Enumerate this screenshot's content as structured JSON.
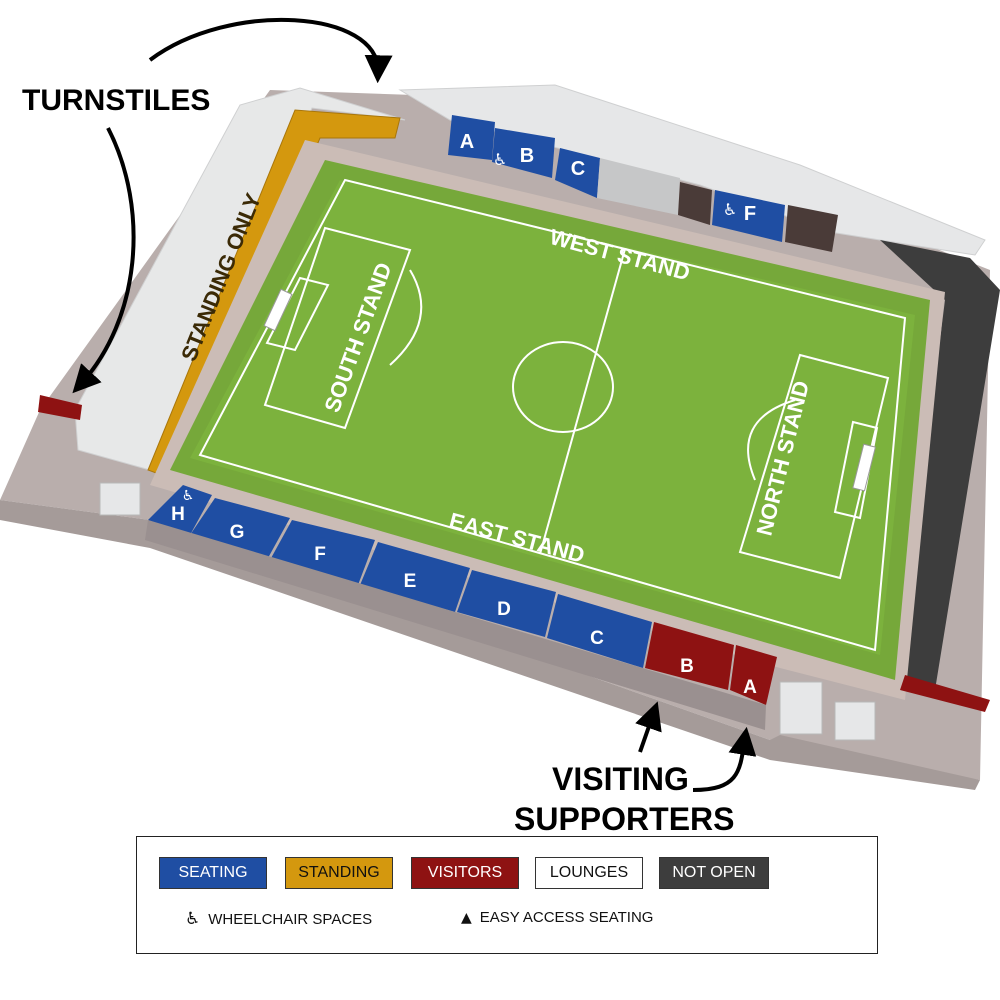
{
  "callouts": {
    "turnstiles": "TURNSTILES",
    "visiting_line1": "VISITING",
    "visiting_line2": "SUPPORTERS"
  },
  "stands": {
    "west": "WEST STAND",
    "east": "EAST STAND",
    "south": "SOUTH STAND",
    "north": "NORTH STAND",
    "standing_only": "STANDING ONLY"
  },
  "west_blocks": {
    "a": "A",
    "b": "B",
    "c": "C",
    "f": "F"
  },
  "east_blocks": {
    "h": "H",
    "g": "G",
    "f": "F",
    "e": "E",
    "d": "D",
    "c": "C",
    "b": "B",
    "a": "A"
  },
  "wheelchair_symbol": "♿",
  "legend": {
    "seating": "SEATING",
    "standing": "STANDING",
    "visitors": "VISITORS",
    "lounges": "LOUNGES",
    "not_open": "NOT OPEN",
    "wheelchair_icon": "♿",
    "wheelchair_spaces": "WHEELCHAIR SPACES",
    "easy_access_icon": "▲",
    "easy_access_seating": "EASY ACCESS SEATING"
  },
  "colors": {
    "seating": "#1f4ea3",
    "standing": "#d4980e",
    "visitors": "#8e1212",
    "lounges": "#ffffff",
    "not_open": "#3d3d3d",
    "pitch": "#76a83a"
  }
}
